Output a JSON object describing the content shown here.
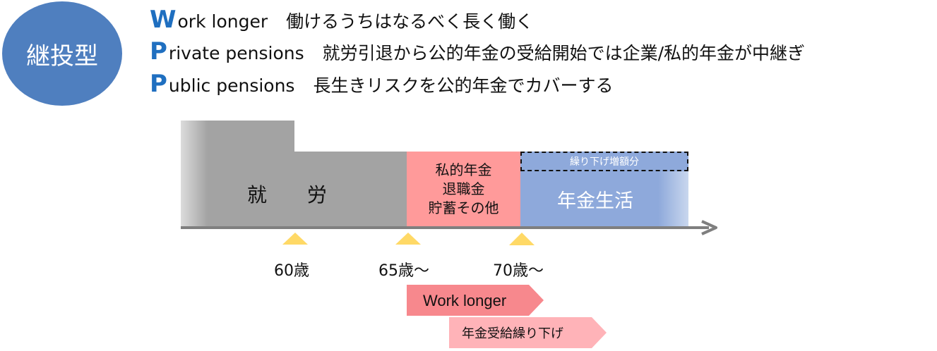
{
  "badge": {
    "label": "継投型"
  },
  "definitions": [
    {
      "initial": "W",
      "english": "ork longer",
      "japanese": "働けるうちはなるべく長く働く"
    },
    {
      "initial": "P",
      "english": "rivate pensions",
      "japanese": "就労引退から公的年金の受給開始では企業/私的年金が中継ぎ"
    },
    {
      "initial": "P",
      "english": "ublic pensions",
      "japanese": "長生きリスクを公的年金でカバーする"
    }
  ],
  "timeline": {
    "work_label": "就 労",
    "private_lines": [
      "私的年金",
      "退職金",
      "貯蓄その他"
    ],
    "defer_label": "繰り下げ増額分",
    "pension_label": "年金生活",
    "ages": [
      "60歳",
      "65歳～",
      "70歳～"
    ],
    "colors": {
      "work": "#a3a3a3",
      "private": "#ff9a9a",
      "pension": "#8ea9db",
      "marker": "#ffd966",
      "axis": "#7f7f7f",
      "badge": "#4f7fbf",
      "initial": "#1f6fc0"
    }
  },
  "arrows": {
    "work_longer": "Work longer",
    "deferral": "年金受給繰り下げ"
  }
}
